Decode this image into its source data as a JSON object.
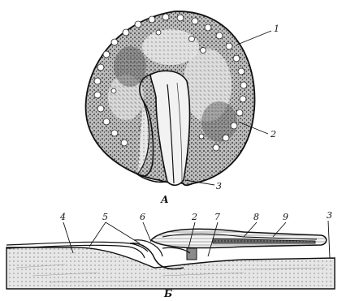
{
  "panel_a": {
    "caption": "А",
    "labels": {
      "l1": "1",
      "l2": "2",
      "l3": "3"
    }
  },
  "panel_b": {
    "caption": "Б",
    "labels": {
      "l4": "4",
      "l5": "5",
      "l6": "6",
      "l2": "2",
      "l7": "7",
      "l8": "8",
      "l9": "9",
      "l3": "3"
    }
  }
}
